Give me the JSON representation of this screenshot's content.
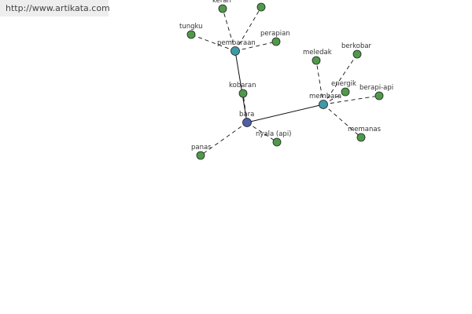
{
  "source_link": "http://www.artikata.com",
  "colors": {
    "center": "#4f5fa8",
    "hub": "#3f9aa5",
    "leaf": "#4f9a4a",
    "edge": "#111111"
  },
  "nodes": [
    {
      "id": "bara",
      "label": "bara",
      "kind": "center"
    },
    {
      "id": "pembaraan",
      "label": "pembaraan",
      "kind": "hub"
    },
    {
      "id": "membara",
      "label": "membara",
      "kind": "hub"
    },
    {
      "id": "kobaran",
      "label": "kobaran",
      "kind": "leaf"
    },
    {
      "id": "panas",
      "label": "panas",
      "kind": "leaf"
    },
    {
      "id": "nyala-api",
      "label": "nyala (api)",
      "kind": "leaf"
    },
    {
      "id": "tungku",
      "label": "tungku",
      "kind": "leaf"
    },
    {
      "id": "perapian",
      "label": "perapian",
      "kind": "leaf"
    },
    {
      "id": "keran",
      "label": "keran",
      "kind": "leaf"
    },
    {
      "id": "top-right-leaf",
      "label": "",
      "kind": "leaf"
    },
    {
      "id": "meledak",
      "label": "meledak",
      "kind": "leaf"
    },
    {
      "id": "berkobar",
      "label": "berkobar",
      "kind": "leaf"
    },
    {
      "id": "energik",
      "label": "energik",
      "kind": "leaf"
    },
    {
      "id": "berapi-api",
      "label": "berapi-api",
      "kind": "leaf"
    },
    {
      "id": "memanas",
      "label": "memanas",
      "kind": "leaf"
    }
  ],
  "edges": [
    {
      "from": "bara",
      "to": "pembaraan",
      "style": "solid"
    },
    {
      "from": "bara",
      "to": "membara",
      "style": "solid"
    },
    {
      "from": "bara",
      "to": "kobaran",
      "style": "dashed"
    },
    {
      "from": "bara",
      "to": "panas",
      "style": "dashed"
    },
    {
      "from": "bara",
      "to": "nyala-api",
      "style": "dashed"
    },
    {
      "from": "pembaraan",
      "to": "tungku",
      "style": "dashed"
    },
    {
      "from": "pembaraan",
      "to": "perapian",
      "style": "dashed"
    },
    {
      "from": "pembaraan",
      "to": "keran",
      "style": "dashed"
    },
    {
      "from": "pembaraan",
      "to": "top-right-leaf",
      "style": "dashed"
    },
    {
      "from": "membara",
      "to": "meledak",
      "style": "dashed"
    },
    {
      "from": "membara",
      "to": "berkobar",
      "style": "dashed"
    },
    {
      "from": "membara",
      "to": "energik",
      "style": "dashed"
    },
    {
      "from": "membara",
      "to": "berapi-api",
      "style": "dashed"
    },
    {
      "from": "membara",
      "to": "memanas",
      "style": "dashed"
    }
  ]
}
